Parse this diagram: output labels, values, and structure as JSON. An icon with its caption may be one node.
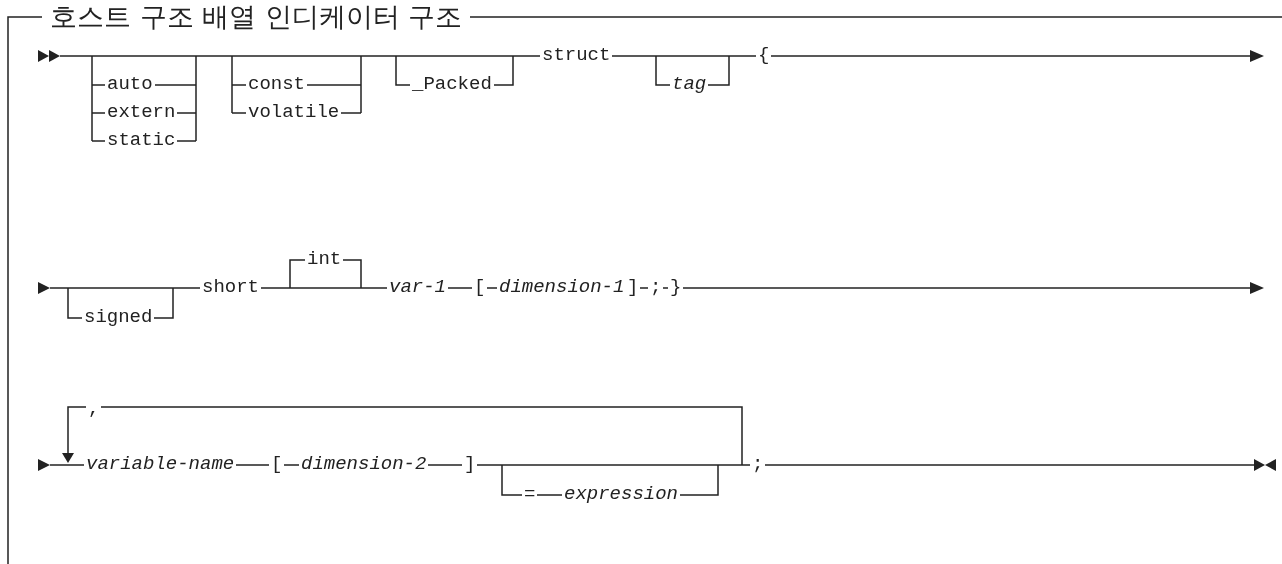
{
  "diagram": {
    "title": "호스트 구조 배열 인디케이터 구조",
    "labels": [
      "auto",
      "extern",
      "static",
      "const",
      "volatile",
      "_Packed",
      "struct",
      "tag",
      "{",
      "int",
      "signed",
      "short",
      "var-1",
      "[",
      "dimension-1",
      "]",
      ";",
      "}",
      ",",
      "variable-name",
      "[",
      "dimension-2",
      "]",
      "=",
      "expression",
      ";"
    ]
  }
}
